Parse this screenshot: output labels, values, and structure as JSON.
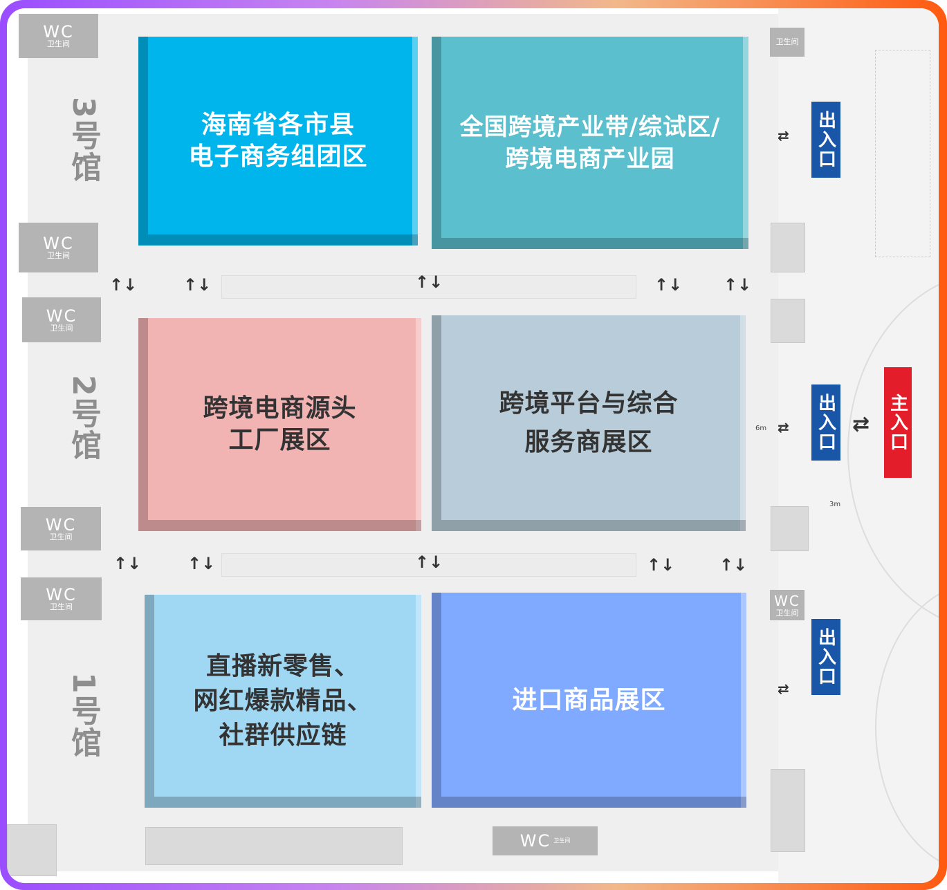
{
  "halls": [
    {
      "label": "3号馆"
    },
    {
      "label": "2号馆"
    },
    {
      "label": "1号馆"
    }
  ],
  "zones": [
    {
      "label": "海南省各市县\n电子商务组团区",
      "color": "#00b5ec",
      "text_color": "#ffffff"
    },
    {
      "label": "全国跨境产业带/综试区/\n跨境电商产业园",
      "color": "#5bbfcd",
      "text_color": "#ffffff"
    },
    {
      "label": "跨境电商源头\n工厂展区",
      "color": "#f2b3b3",
      "text_color": "#333333"
    },
    {
      "label": "跨境平台与综合\n服务商展区",
      "color": "#b8cdd9",
      "text_color": "#333333"
    },
    {
      "label": "直播新零售、\n网红爆款精品、\n社群供应链",
      "color": "#a0d8f4",
      "text_color": "#333333"
    },
    {
      "label": "进口商品展区",
      "color": "#80aaff",
      "text_color": "#ffffff"
    }
  ],
  "restroom": {
    "wc": "WC",
    "cn": "卫生间"
  },
  "entrances": {
    "exit": "出入口",
    "main": "主入口",
    "exit_color": "#1a56a8",
    "main_color": "#e31e2a"
  },
  "flow_icons": {
    "updown": "↑↓",
    "leftright": "⇄"
  },
  "dimensions": {
    "left": "6m",
    "right": "3m"
  }
}
